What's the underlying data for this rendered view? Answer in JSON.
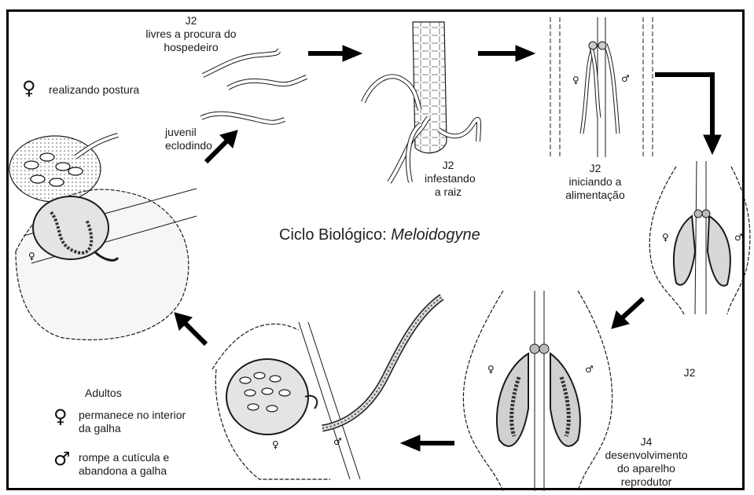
{
  "title": {
    "prefix": "Ciclo Biológico:",
    "genus": "Meloidogyne"
  },
  "stages": {
    "j2_free": {
      "line1": "J2",
      "line2": "livres a procura do",
      "line3": "hospedeiro"
    },
    "j2_infest": {
      "line1": "J2",
      "line2": "infestando",
      "line3": "a raiz"
    },
    "j2_feeding": {
      "line1": "J2",
      "line2": "iniciando a",
      "line3": "alimentação"
    },
    "j2_right": {
      "line1": "J2"
    },
    "j4": {
      "line1": "J4",
      "line2": "desenvolvimento",
      "line3": "do aparelho",
      "line4": "reprodutor"
    },
    "female_laying": {
      "text": "realizando postura"
    },
    "juvenile_hatching": {
      "line1": "juvenil",
      "line2": "eclodindo"
    }
  },
  "adults": {
    "heading": "Adultos",
    "female_text": {
      "line1": "permanece no interior",
      "line2": "da galha"
    },
    "male_text": {
      "line1": "rompe a cutícula e",
      "line2": "abandona a galha"
    }
  },
  "symbols": {
    "female": "♀",
    "male": "♂"
  },
  "colors": {
    "line": "#1a1a1a",
    "arrow": "#000000",
    "body_fill": "#e6e6e6",
    "gall_fill": "#f4f4f4"
  }
}
